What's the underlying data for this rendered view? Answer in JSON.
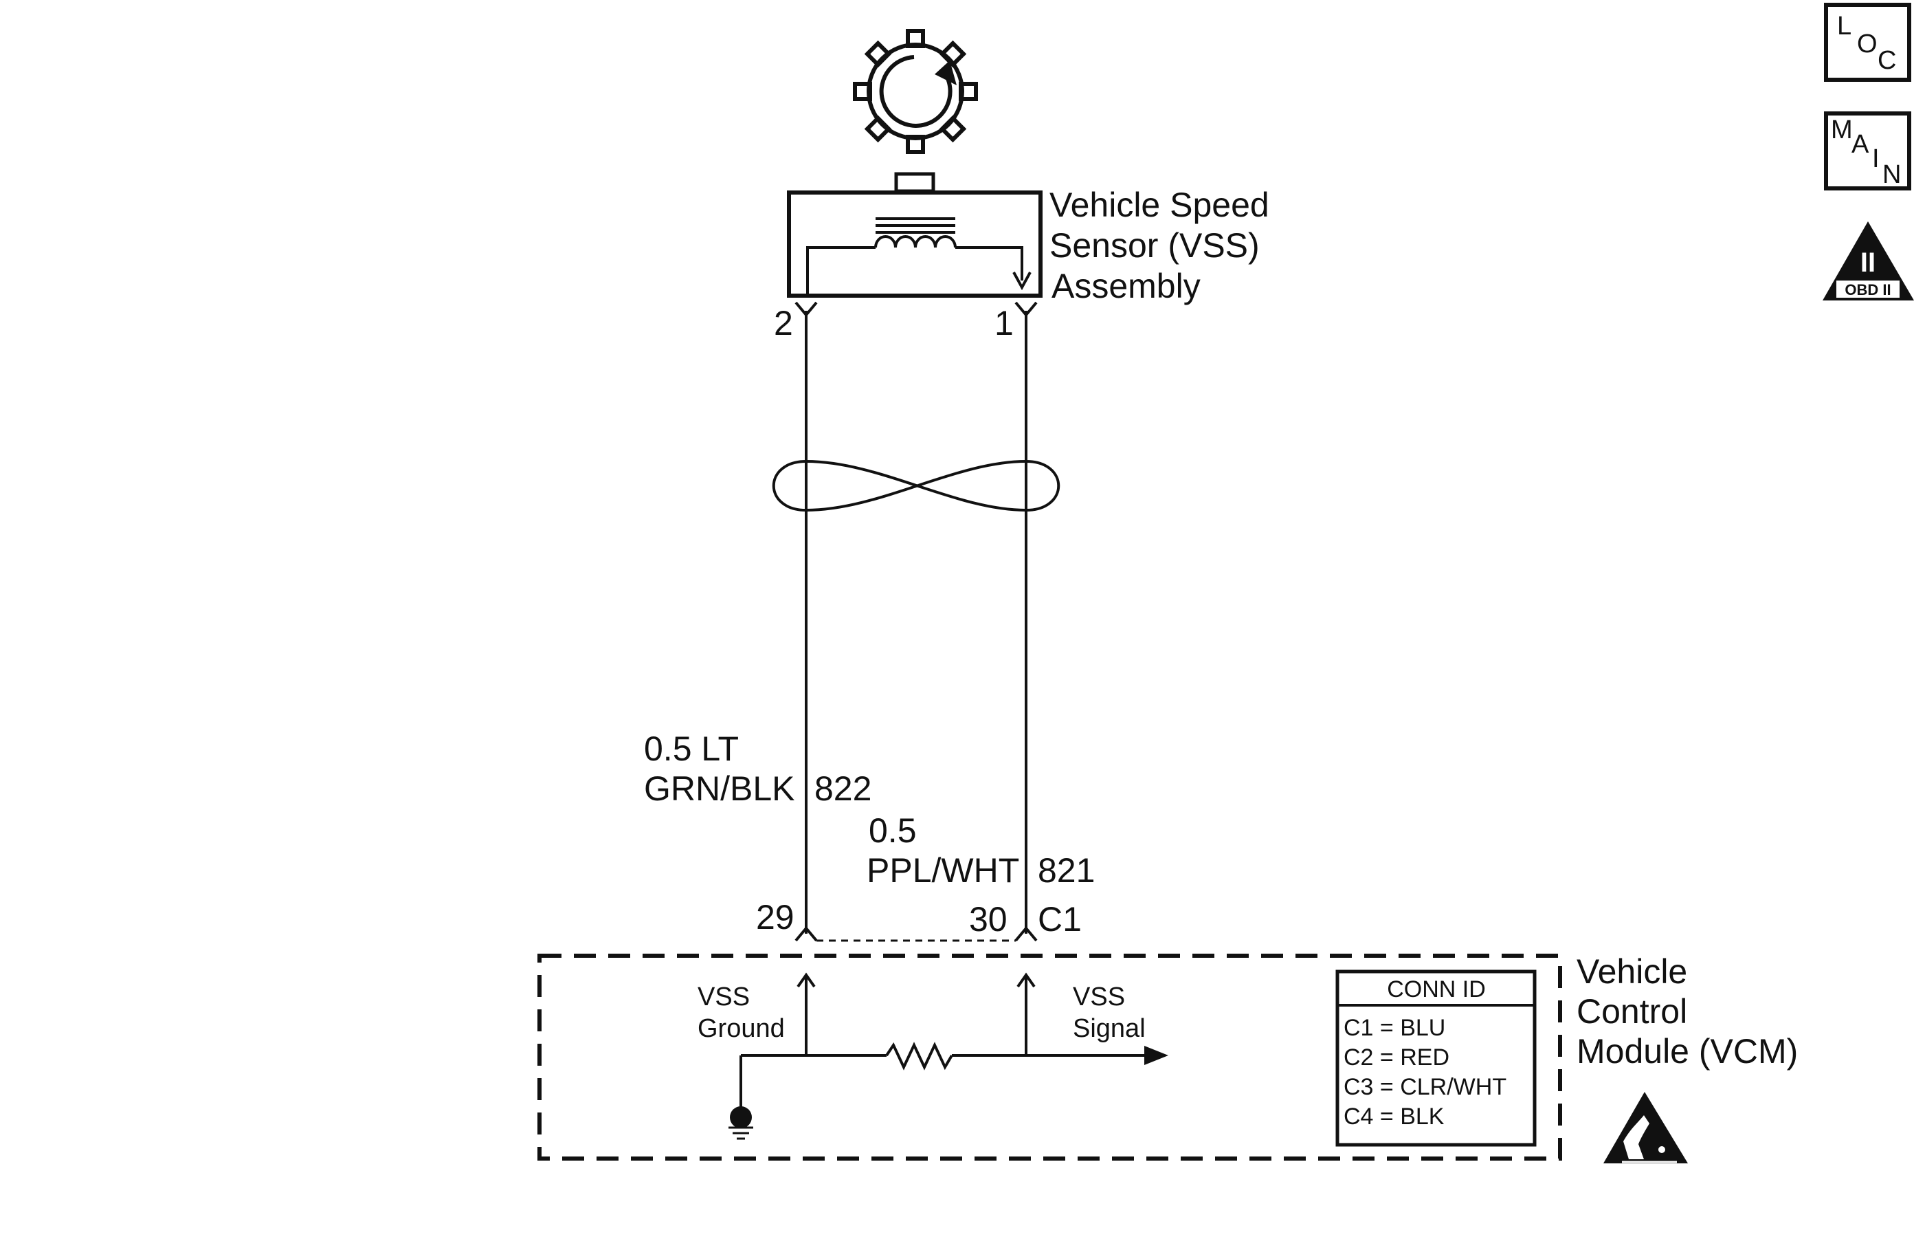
{
  "sensor": {
    "name_lines": [
      "Vehicle Speed",
      "Sensor (VSS)",
      "Assembly"
    ],
    "pin_left": "2",
    "pin_right": "1"
  },
  "wires": {
    "ground_wire": {
      "size_line": "0.5 LT",
      "color_line": "GRN/BLK",
      "circuit": "822"
    },
    "signal_wire": {
      "size_line": "0.5",
      "color_line": "PPL/WHT",
      "circuit": "821"
    }
  },
  "vcm": {
    "name_lines": [
      "Vehicle",
      "Control",
      "Module (VCM)"
    ],
    "pin_ground": "29",
    "pin_signal": "30",
    "connector": "C1",
    "ground_label_lines": [
      "VSS",
      "Ground"
    ],
    "signal_label_lines": [
      "VSS",
      "Signal"
    ],
    "conn_id": {
      "title": "CONN ID",
      "rows": [
        "C1 = BLU",
        "C2 = RED",
        "C3 = CLR/WHT",
        "C4 = BLK"
      ]
    }
  },
  "badges": {
    "loc": [
      "L",
      "O",
      "C"
    ],
    "main": [
      "M",
      "A",
      "I",
      "N"
    ],
    "obd": {
      "numeral": "II",
      "label": "OBD II"
    }
  },
  "icons": {
    "rotor": "rotating-gear-icon",
    "coil": "inductor-coil-icon",
    "twist": "twisted-pair-icon",
    "resistor": "resistor-icon",
    "ground": "ground-symbol-icon",
    "esd": "esd-warning-icon"
  }
}
